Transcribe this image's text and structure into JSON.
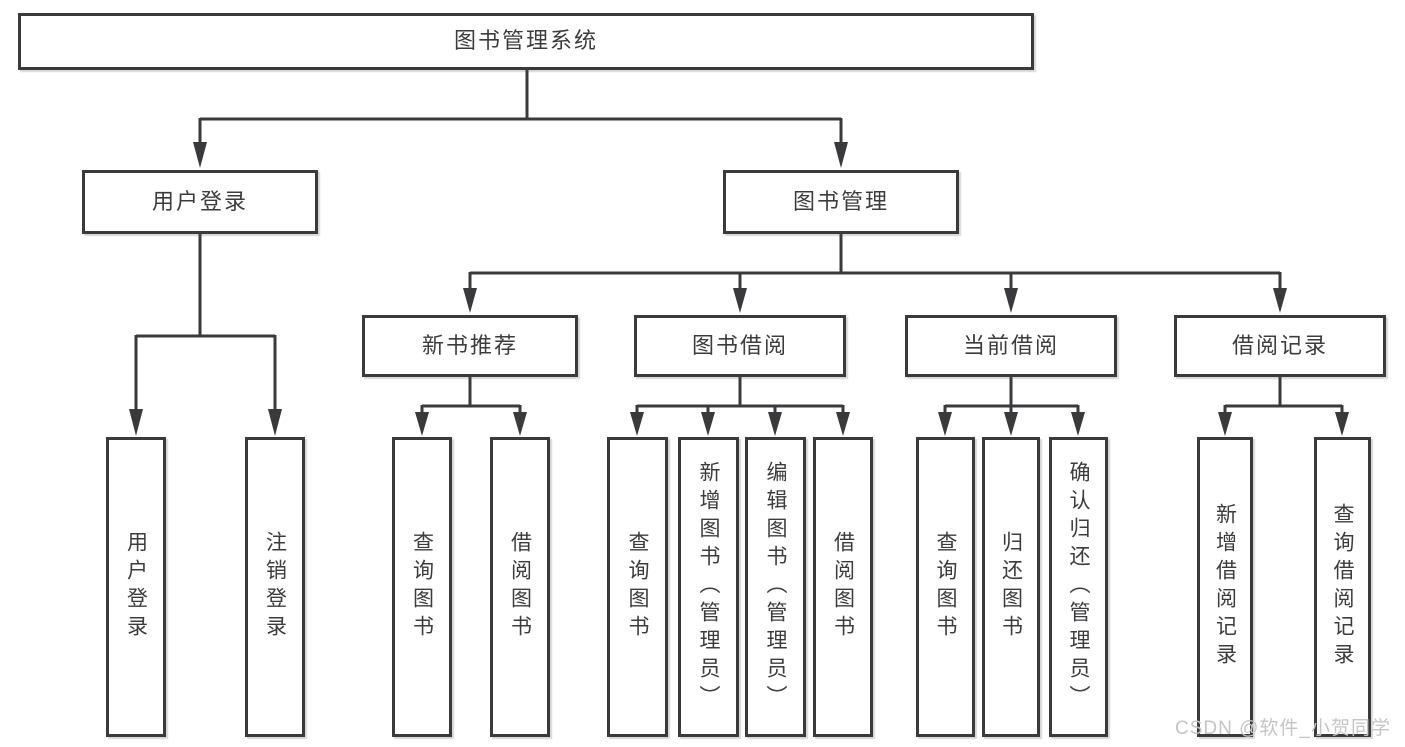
{
  "diagram": {
    "type": "hierarchy-flowchart",
    "colors": {
      "line": "#3a3a3c",
      "text": "#3c3c3e",
      "box_fill": "#ffffff",
      "watermark": "#c5c5c5",
      "background": "#ffffff"
    },
    "tree": {
      "root": {
        "label": "图书管理系统",
        "children": [
          {
            "label": "用户登录",
            "children": [
              {
                "label": "用户登录"
              },
              {
                "label": "注销登录"
              }
            ]
          },
          {
            "label": "图书管理",
            "children": [
              {
                "label": "新书推荐",
                "children": [
                  {
                    "label": "查询图书"
                  },
                  {
                    "label": "借阅图书"
                  }
                ]
              },
              {
                "label": "图书借阅",
                "children": [
                  {
                    "label": "查询图书"
                  },
                  {
                    "label": "新增图书（管理员）"
                  },
                  {
                    "label": "编辑图书（管理员）"
                  },
                  {
                    "label": "借阅图书"
                  }
                ]
              },
              {
                "label": "当前借阅",
                "children": [
                  {
                    "label": "查询图书"
                  },
                  {
                    "label": "归还图书"
                  },
                  {
                    "label": "确认归还（管理员）"
                  }
                ]
              },
              {
                "label": "借阅记录",
                "children": [
                  {
                    "label": "新增借阅记录"
                  },
                  {
                    "label": "查询借阅记录"
                  }
                ]
              }
            ]
          }
        ]
      }
    }
  },
  "watermark": {
    "text": "CSDN @软件_小贺同学"
  }
}
